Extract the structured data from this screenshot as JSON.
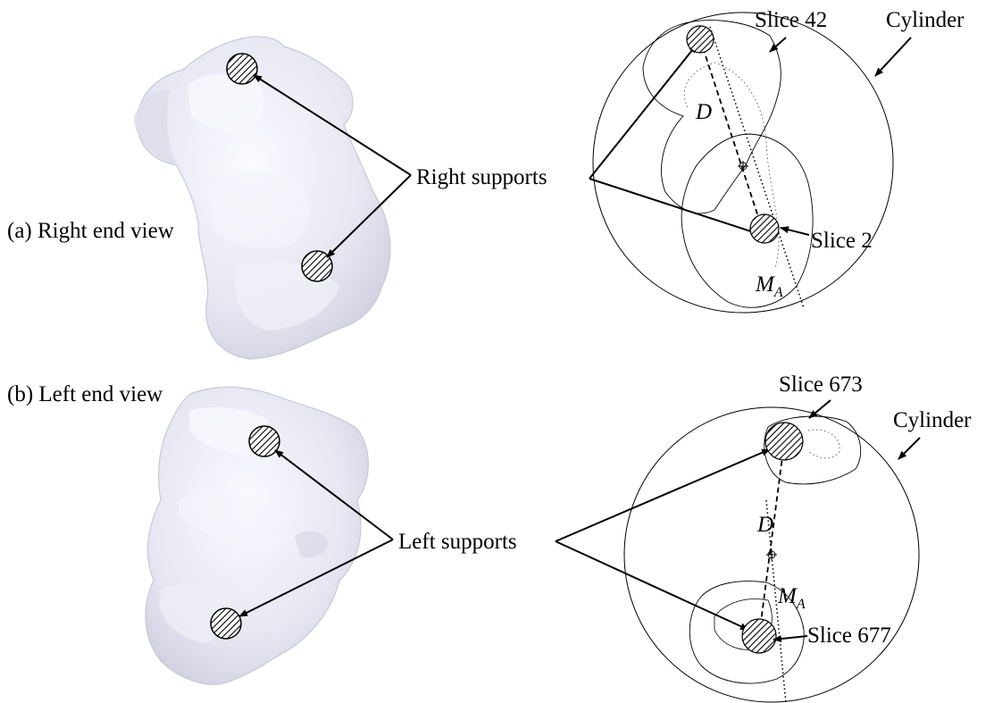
{
  "panels": {
    "a": {
      "caption": "(a) Right end view",
      "supports_label": "Right supports",
      "slice_top": "Slice 42",
      "slice_bottom": "Slice 2",
      "cylinder": "Cylinder",
      "distance": "D",
      "axis_main": "M",
      "axis_sub": "A"
    },
    "b": {
      "caption": "(b) Left end view",
      "supports_label": "Left supports",
      "slice_top": "Slice 673",
      "slice_bottom": "Slice 677",
      "cylinder": "Cylinder",
      "distance": "D",
      "axis_main": "M",
      "axis_sub": "A"
    }
  },
  "colors": {
    "bone_fill": "#ececf6",
    "bone_shadow": "#c9c9da",
    "line": "#000000",
    "hatch": "#000000"
  }
}
